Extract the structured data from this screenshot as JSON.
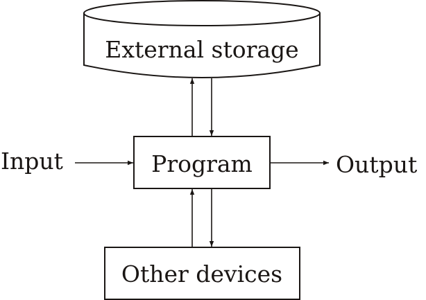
{
  "diagram": {
    "nodes": {
      "external_storage": {
        "label": "External storage",
        "shape": "cylinder"
      },
      "program": {
        "label": "Program",
        "shape": "rectangle"
      },
      "other_devices": {
        "label": "Other devices",
        "shape": "rectangle"
      },
      "input": {
        "label": "Input",
        "shape": "text"
      },
      "output": {
        "label": "Output",
        "shape": "text"
      }
    },
    "edges": [
      {
        "from": "input",
        "to": "program"
      },
      {
        "from": "program",
        "to": "output"
      },
      {
        "from": "program",
        "to": "external_storage"
      },
      {
        "from": "external_storage",
        "to": "program"
      },
      {
        "from": "other_devices",
        "to": "program"
      },
      {
        "from": "program",
        "to": "other_devices"
      }
    ],
    "colors": {
      "stroke": "#1a1614",
      "background": "#ffffff"
    }
  }
}
